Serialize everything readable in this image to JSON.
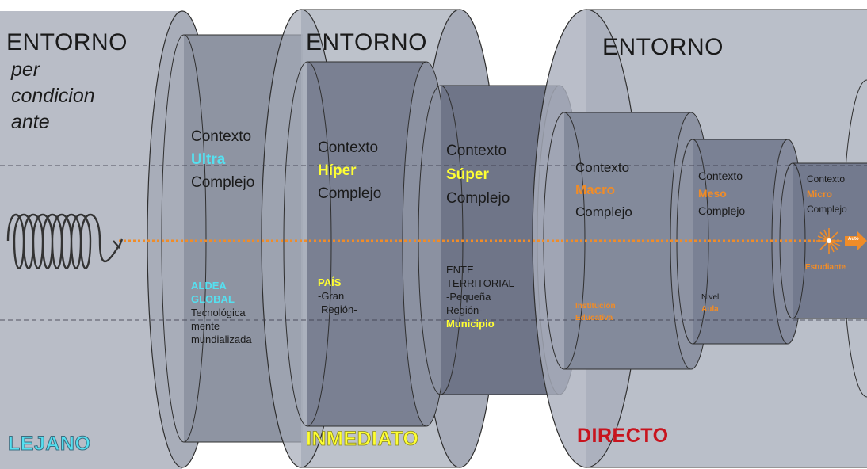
{
  "colors": {
    "cyan": "#55e0f0",
    "yellow": "#ffff33",
    "orange": "#f08c28",
    "red": "#c8141e",
    "cylinder_fill": "#a7acb8",
    "cylinder_edge": "#3a3a3a"
  },
  "icons": {
    "spiral": "coil-spiral-icon",
    "starburst": "starburst-icon",
    "arrow": "orange-arrow-icon"
  },
  "entorno": {
    "far_title": "ENTORNO",
    "far_sub_1": "per",
    "far_sub_2": "condicion",
    "far_sub_3": "ante",
    "mid_title": "ENTORNO",
    "near_title": "ENTORNO"
  },
  "contexts": {
    "ultra": {
      "line1": "Contexto",
      "line2": "Ultra",
      "line3": "Complejo"
    },
    "hiper": {
      "line1": "Contexto",
      "line2": "Híper",
      "line3": "Complejo"
    },
    "super": {
      "line1": "Contexto",
      "line2": "Súper",
      "line3": "Complejo"
    },
    "macro": {
      "line1": "Contexto",
      "line2": "Macro",
      "line3": "Complejo"
    },
    "meso": {
      "line1": "Contexto",
      "line2": "Meso",
      "line3": "Complejo"
    },
    "micro": {
      "line1": "Contexto",
      "line2": "Micro",
      "line3": "Complejo"
    }
  },
  "levels": {
    "aldea_1": "ALDEA",
    "aldea_2": "GLOBAL",
    "aldea_3": "Tecnológica",
    "aldea_4": "mente",
    "aldea_5": "mundializada",
    "pais_1": "PAÍS",
    "pais_2": "-Gran",
    "pais_3": "Región-",
    "ente_1": "ENTE",
    "ente_2": "TERRITORIAL",
    "ente_3": "-Pequeña",
    "ente_4": "Región-",
    "ente_5": "Municipio",
    "inst_1": "Institución",
    "inst_2": "Educativa",
    "nivel_1": "Nivel",
    "nivel_2": "Aula",
    "estudiante": "Estudiante",
    "auto": "Auto"
  },
  "footer": {
    "lejano": "LEJANO",
    "inmediato": "INMEDIATO",
    "directo": "DIRECTO"
  }
}
